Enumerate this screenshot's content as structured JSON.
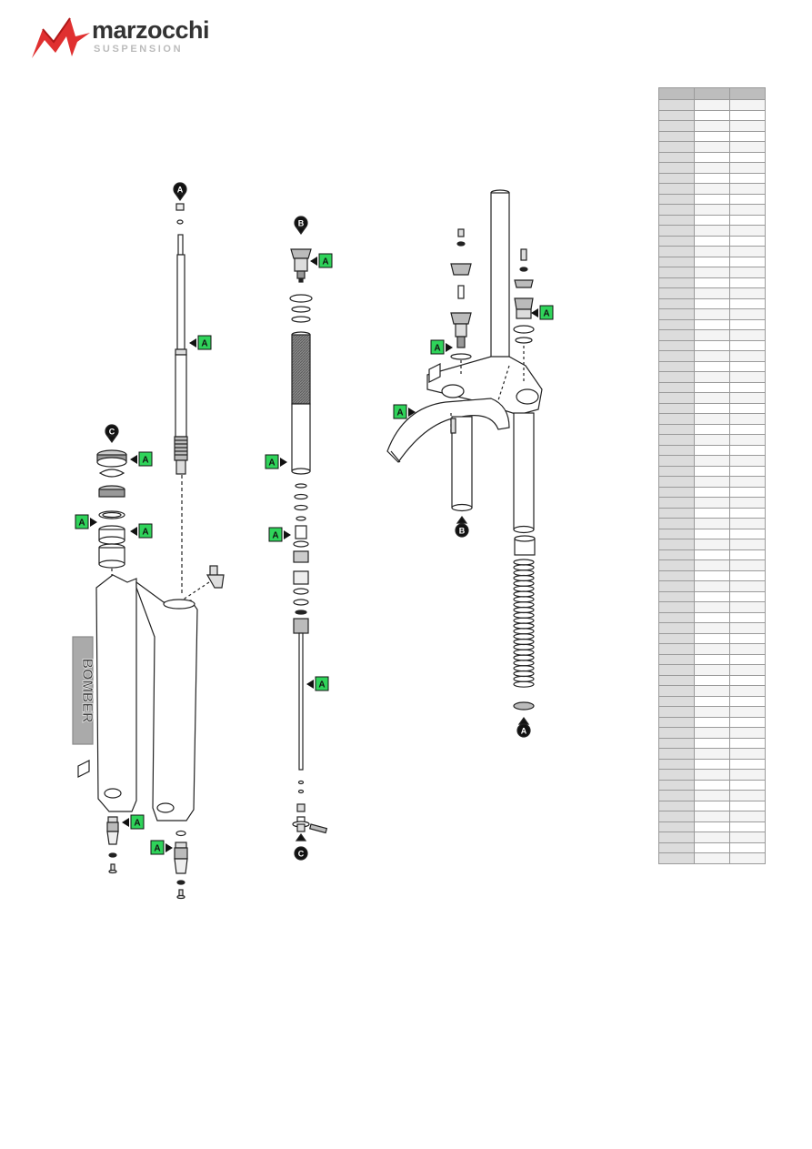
{
  "brand": {
    "name": "marzocchi",
    "subtitle": "SUSPENSION",
    "accent_color": "#e03030"
  },
  "diagram": {
    "callout_label": "A",
    "callout_color": "#2fd35a",
    "reference_markers": [
      "A",
      "B",
      "C"
    ],
    "model_decal": "BOMBER"
  },
  "parts_table": {
    "rows": 73
  }
}
